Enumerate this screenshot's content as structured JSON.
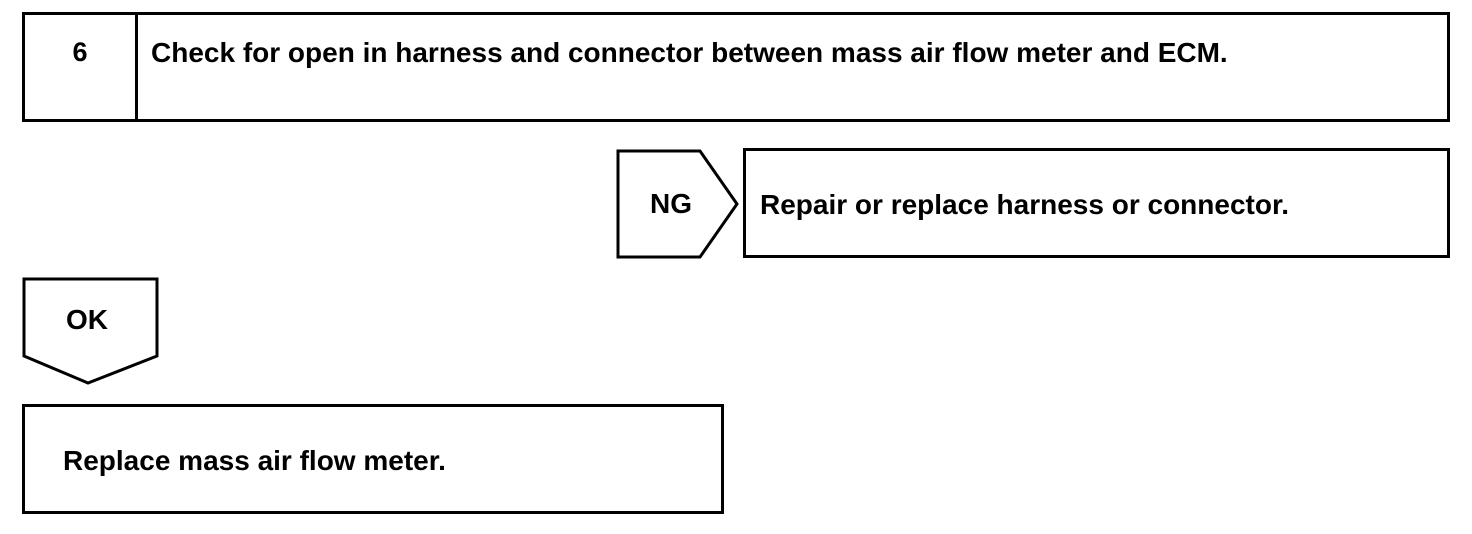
{
  "step": {
    "number": "6",
    "text": "Check for open in harness and connector between mass air flow meter and ECM."
  },
  "ng_branch": {
    "label": "NG",
    "action": "Repair or replace harness or connector."
  },
  "ok_branch": {
    "label": "OK",
    "action": "Replace mass air flow meter."
  }
}
